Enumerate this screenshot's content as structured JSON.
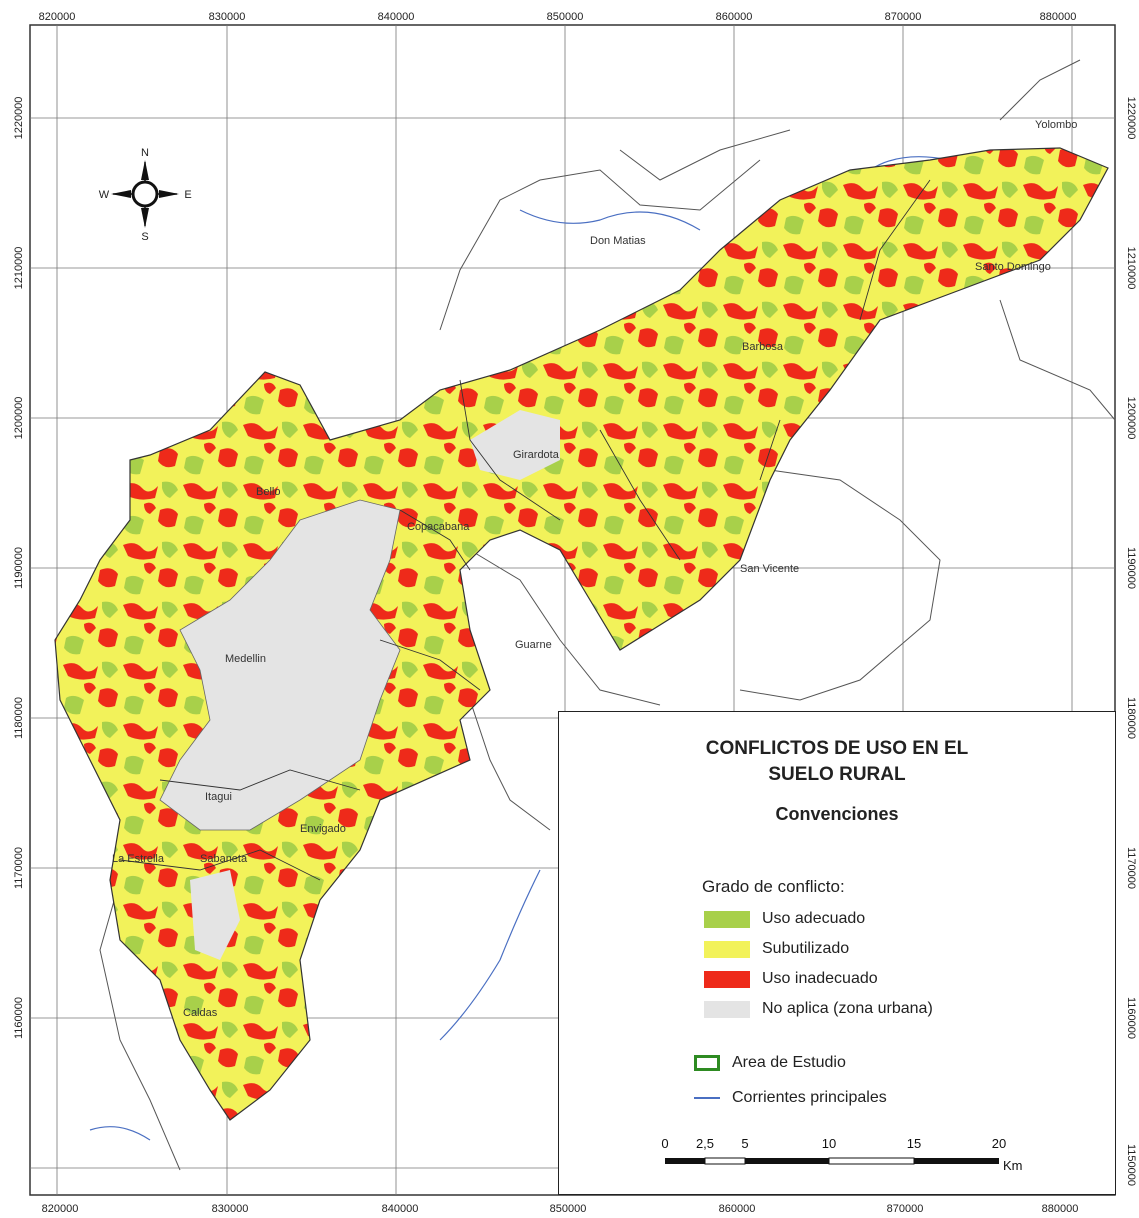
{
  "x_ticks_top": [
    "820000",
    "830000",
    "840000",
    "850000",
    "860000",
    "870000",
    "880000"
  ],
  "x_ticks_bottom": [
    "820000",
    "830000",
    "840000",
    "850000",
    "860000",
    "870000",
    "880000"
  ],
  "y_ticks_left": [
    "1220000",
    "1210000",
    "1200000",
    "1190000",
    "1180000",
    "1170000",
    "1160000"
  ],
  "y_ticks_right": [
    "1220000",
    "1210000",
    "1200000",
    "1190000",
    "1180000",
    "1170000",
    "1160000",
    "1150000"
  ],
  "compass": {
    "n": "N",
    "s": "S",
    "e": "E",
    "w": "W"
  },
  "places": {
    "yolombo": "Yolombo",
    "don_matias": "Don Matias",
    "santo_domingo": "Santo Domingo",
    "barbosa": "Barbosa",
    "girardota": "Girardota",
    "bello": "Bello",
    "copacabana": "Copacabana",
    "san_vicente": "San Vicente",
    "guarne": "Guarne",
    "medellin": "Medellin",
    "itagui": "Itagui",
    "envigado": "Envigado",
    "la_estrella": "La Estrella",
    "sabaneta": "Sabaneta",
    "caldas": "Caldas"
  },
  "legend": {
    "title_line1": "CONFLICTOS DE USO EN EL",
    "title_line2": "SUELO RURAL",
    "subtitle": "Convenciones",
    "section": "Grado de conflicto:",
    "items": [
      {
        "label": "Uso adecuado",
        "color": "#a8d04a"
      },
      {
        "label": "Subutilizado",
        "color": "#f2f25a"
      },
      {
        "label": "Uso inadecuado",
        "color": "#ee2a1a"
      },
      {
        "label": "No aplica (zona urbana)",
        "color": "#e4e4e4"
      }
    ],
    "study_area": "Area de Estudio",
    "rivers": "Corrientes principales",
    "scale": [
      "0",
      "2,5",
      "5",
      "10",
      "15",
      "20"
    ],
    "scale_unit": "Km"
  }
}
